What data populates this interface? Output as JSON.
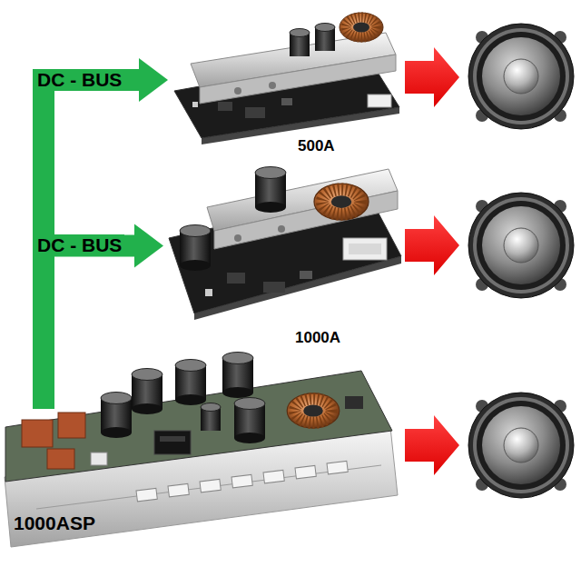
{
  "diagram": {
    "nodes": [
      {
        "text": [
          "500A"
        ]
      },
      {
        "text": [
          "1000A"
        ]
      },
      {
        "text": [
          "1000ASP"
        ]
      }
    ],
    "edges": [
      {
        "from": 2,
        "to": 0,
        "arrow": "to",
        "label": "DC - BUS"
      },
      {
        "from": 2,
        "to": 1,
        "arrow": "to",
        "label": "DC - BUS"
      }
    ]
  }
}
